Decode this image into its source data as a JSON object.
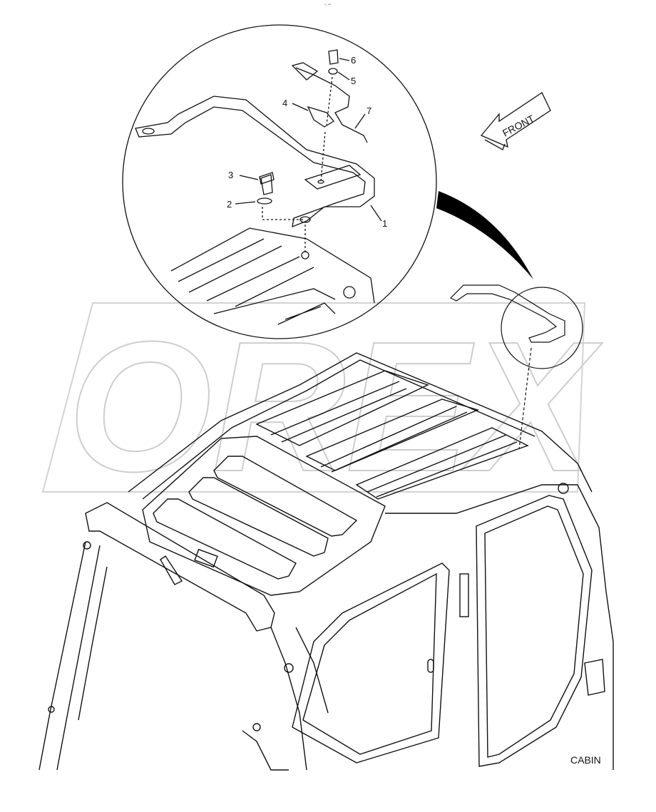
{
  "header_mark": "ᵐ‸ ᵒᵒᵒ",
  "front_label": "FRONT",
  "caption": "CABIN",
  "watermark": "OREX",
  "callouts": {
    "c1": "1",
    "c2": "2",
    "c3": "3",
    "c4": "4",
    "c5": "5",
    "c6": "6",
    "c7": "7"
  }
}
